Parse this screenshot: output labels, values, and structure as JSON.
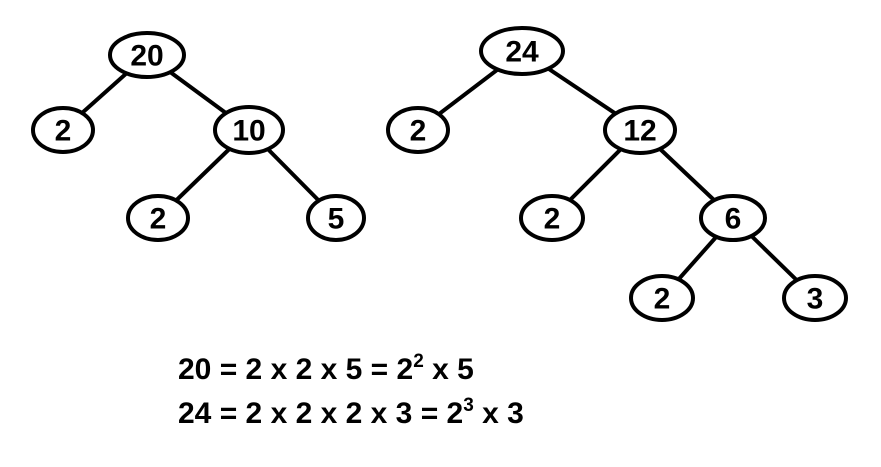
{
  "trees": [
    {
      "nodes": [
        {
          "id": "a",
          "label": "20"
        },
        {
          "id": "b",
          "label": "2"
        },
        {
          "id": "c",
          "label": "10"
        },
        {
          "id": "d",
          "label": "2"
        },
        {
          "id": "e",
          "label": "5"
        }
      ],
      "edges": [
        [
          "a",
          "b"
        ],
        [
          "a",
          "c"
        ],
        [
          "c",
          "d"
        ],
        [
          "c",
          "e"
        ]
      ]
    },
    {
      "nodes": [
        {
          "id": "f",
          "label": "24"
        },
        {
          "id": "g",
          "label": "2"
        },
        {
          "id": "h",
          "label": "12"
        },
        {
          "id": "i",
          "label": "2"
        },
        {
          "id": "j",
          "label": "6"
        },
        {
          "id": "k",
          "label": "2"
        },
        {
          "id": "l",
          "label": "3"
        }
      ],
      "edges": [
        [
          "f",
          "g"
        ],
        [
          "f",
          "h"
        ],
        [
          "h",
          "i"
        ],
        [
          "h",
          "j"
        ],
        [
          "j",
          "k"
        ],
        [
          "j",
          "l"
        ]
      ]
    }
  ],
  "equations": [
    {
      "text": "20 = 2 x 2 x 5 = 2",
      "exponent": "2",
      "suffix": " x 5"
    },
    {
      "text": "24 = 2 x 2 x 2 x 3 = 2",
      "exponent": "3",
      "suffix": " x 3"
    }
  ]
}
